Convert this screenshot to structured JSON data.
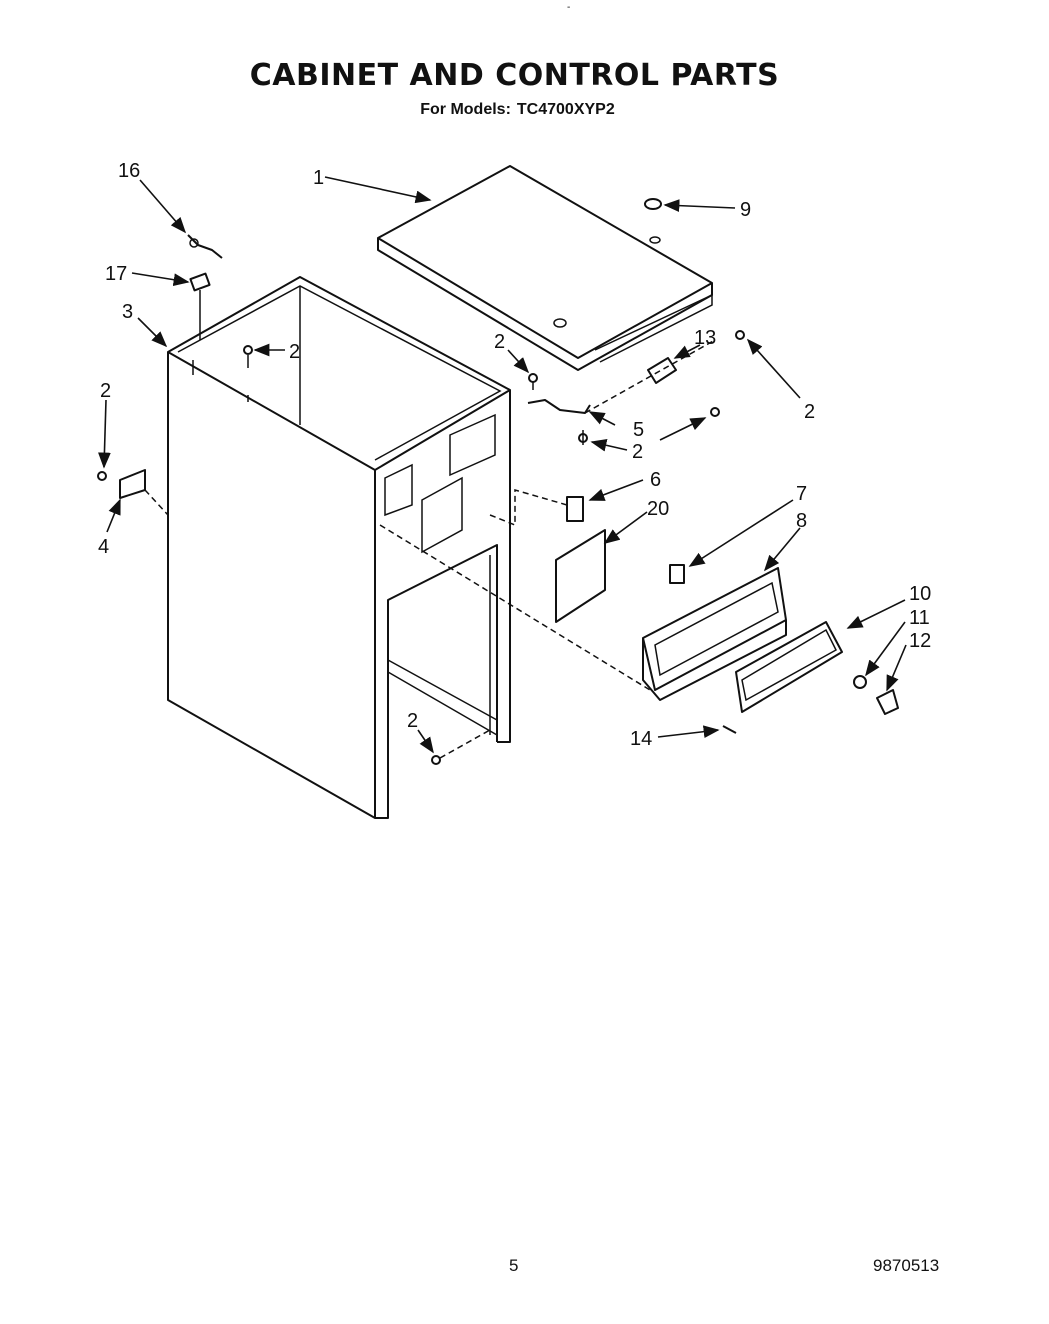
{
  "header": {
    "title": "CABINET AND CONTROL PARTS",
    "model_label": "For Models:",
    "model": "TC4700XYP2"
  },
  "top_mark": "-",
  "footer": {
    "page_number": "5",
    "document_number": "9870513"
  },
  "callouts": {
    "c1": "1",
    "c2a": "2",
    "c2b": "2",
    "c2c": "2",
    "c2d": "2",
    "c2e": "2",
    "c2f": "2",
    "c3": "3",
    "c4": "4",
    "c5": "5",
    "c6": "6",
    "c7": "7",
    "c8": "8",
    "c9": "9",
    "c10": "10",
    "c11": "11",
    "c12": "12",
    "c13": "13",
    "c14": "14",
    "c16": "16",
    "c17": "17",
    "c20": "20"
  }
}
